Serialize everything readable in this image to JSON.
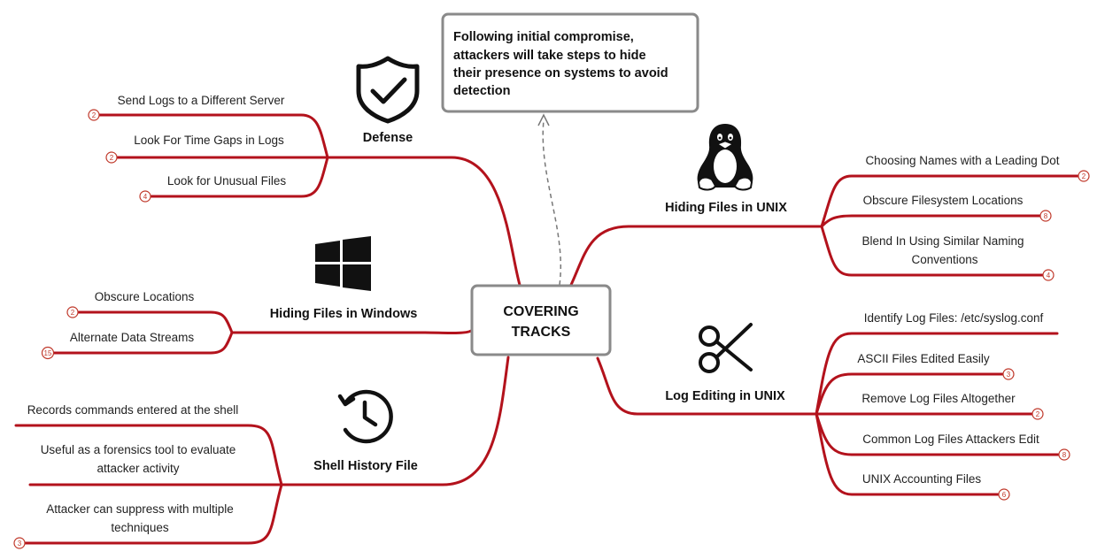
{
  "center": {
    "line1": "COVERING",
    "line2": "TRACKS"
  },
  "callout": {
    "lines": [
      "Following initial compromise,",
      "attackers will take steps to hide",
      "their presence on systems to avoid",
      "detection"
    ]
  },
  "branches": {
    "defense": {
      "title": "Defense",
      "icon": "shield-check-icon",
      "leaves": [
        {
          "lines": [
            "Send Logs to a Different Server"
          ],
          "badge": "2"
        },
        {
          "lines": [
            "Look For Time Gaps in Logs"
          ],
          "badge": "2"
        },
        {
          "lines": [
            "Look for Unusual Files"
          ],
          "badge": "4"
        }
      ]
    },
    "windows": {
      "title": "Hiding Files in Windows",
      "icon": "windows-logo-icon",
      "leaves": [
        {
          "lines": [
            "Obscure Locations"
          ],
          "badge": "2"
        },
        {
          "lines": [
            "Alternate Data Streams"
          ],
          "badge": "15"
        }
      ]
    },
    "shell": {
      "title": "Shell History File",
      "icon": "history-clock-icon",
      "leaves": [
        {
          "lines": [
            "Records commands entered at the shell"
          ],
          "badge": ""
        },
        {
          "lines": [
            "Useful as a forensics tool to evaluate",
            "attacker activity"
          ],
          "badge": ""
        },
        {
          "lines": [
            "Attacker can suppress with multiple",
            "techniques"
          ],
          "badge": "3"
        }
      ]
    },
    "unix_files": {
      "title": "Hiding Files in UNIX",
      "icon": "linux-penguin-icon",
      "leaves": [
        {
          "lines": [
            "Choosing Names with a Leading Dot"
          ],
          "badge": "2"
        },
        {
          "lines": [
            "Obscure Filesystem Locations"
          ],
          "badge": "8"
        },
        {
          "lines": [
            "Blend In Using Similar Naming",
            "Conventions"
          ],
          "badge": "4"
        }
      ]
    },
    "log_editing": {
      "title": "Log Editing in UNIX",
      "icon": "scissors-icon",
      "leaves": [
        {
          "lines": [
            "Identify Log Files: /etc/syslog.conf"
          ],
          "badge": ""
        },
        {
          "lines": [
            "ASCII Files Edited Easily"
          ],
          "badge": "3"
        },
        {
          "lines": [
            "Remove Log Files Altogether"
          ],
          "badge": "2"
        },
        {
          "lines": [
            "Common Log Files Attackers Edit"
          ],
          "badge": "8"
        },
        {
          "lines": [
            "UNIX Accounting Files"
          ],
          "badge": "6"
        }
      ]
    }
  },
  "colors": {
    "branch_line": "#b3121c",
    "box_border": "#8a8a8a",
    "badge": "#c0392b",
    "dashed_arrow": "#777777"
  }
}
